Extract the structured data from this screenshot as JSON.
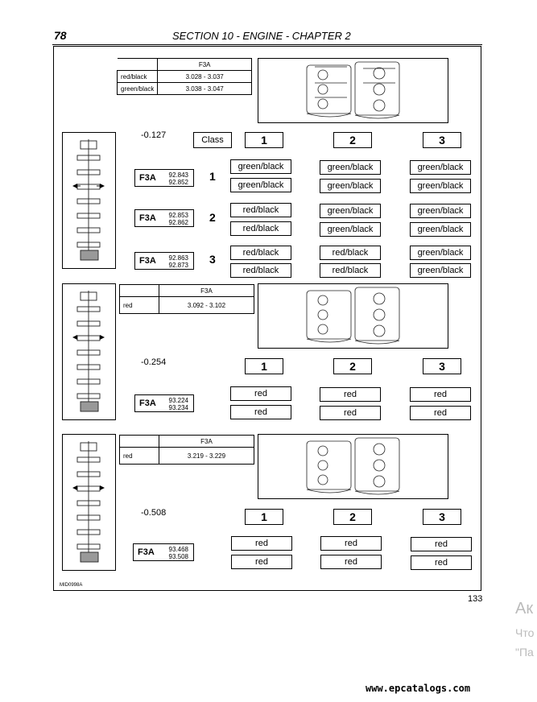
{
  "header": {
    "page_number": "78",
    "title": "SECTION 10 - ENGINE - CHAPTER 2"
  },
  "figure_code": "MID0998A",
  "page_number_bottom": "133",
  "watermark": {
    "line1": "Ак",
    "line2": "Что",
    "line3": "\"Па"
  },
  "site": "www.epcatalogs.com",
  "section1": {
    "spec_header": "F3A",
    "spec_rows": [
      {
        "color": "red/black",
        "range": "3.028 - 3.037"
      },
      {
        "color": "green/black",
        "range": "3.038 - 3.047"
      }
    ],
    "offset": "-0.127",
    "class_label": "Class",
    "classes": [
      "1",
      "2",
      "3"
    ],
    "rows": [
      {
        "num": "1",
        "engine": "F3A",
        "v1": "92.843",
        "v2": "92.852",
        "cells": [
          [
            "green/black",
            "green/black"
          ],
          [
            "green/black",
            "green/black"
          ],
          [
            "green/black",
            "green/black"
          ]
        ]
      },
      {
        "num": "2",
        "engine": "F3A",
        "v1": "92.853",
        "v2": "92.862",
        "cells": [
          [
            "red/black",
            "red/black"
          ],
          [
            "green/black",
            "green/black"
          ],
          [
            "green/black",
            "green/black"
          ]
        ]
      },
      {
        "num": "3",
        "engine": "F3A",
        "v1": "92.863",
        "v2": "92.873",
        "cells": [
          [
            "red/black",
            "red/black"
          ],
          [
            "red/black",
            "red/black"
          ],
          [
            "green/black",
            "green/black"
          ]
        ]
      }
    ]
  },
  "section2": {
    "spec_header": "F3A",
    "spec_rows": [
      {
        "color": "red",
        "range": "3.092 - 3.102"
      }
    ],
    "offset": "-0.254",
    "classes": [
      "1",
      "2",
      "3"
    ],
    "engine": "F3A",
    "v1": "93.224",
    "v2": "93.234",
    "cells": [
      [
        "red",
        "red"
      ],
      [
        "red",
        "red"
      ],
      [
        "red",
        "red"
      ]
    ]
  },
  "section3": {
    "spec_header": "F3A",
    "spec_rows": [
      {
        "color": "red",
        "range": "3.219 - 3.229"
      }
    ],
    "offset": "-0.508",
    "classes": [
      "1",
      "2",
      "3"
    ],
    "engine": "F3A",
    "v1": "93.468",
    "v2": "93.508",
    "cells": [
      [
        "red",
        "red"
      ],
      [
        "red",
        "red"
      ],
      [
        "red",
        "red"
      ]
    ]
  }
}
